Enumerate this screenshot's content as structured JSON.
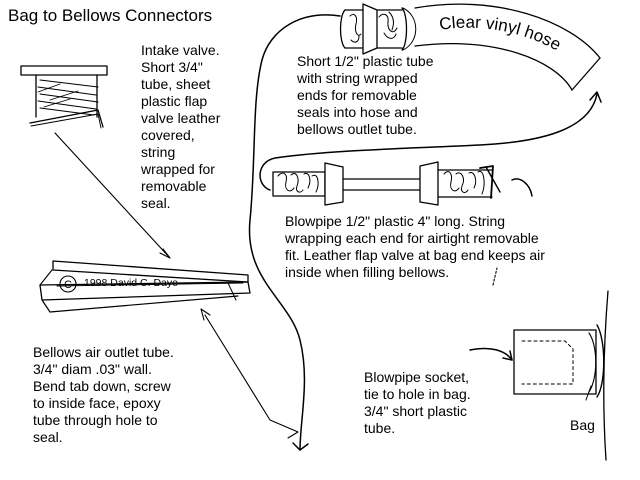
{
  "title": "Bag to Bellows Connectors",
  "labels": {
    "intake": "Intake valve.\nShort 3/4\"\ntube, sheet\nplastic flap\nvalve leather\ncovered,\nstring\nwrapped for\nremovable\nseal.",
    "short_tube": "Short 1/2\" plastic tube\nwith string wrapped\nends for removable\nseals into hose and\nbellows outlet tube.",
    "clear_hose": "Clear vinyl hose",
    "blowpipe": "Blowpipe 1/2\" plastic 4\" long. String\nwrapping each end for airtight removable\nfit. Leather flap valve at bag end keeps air\ninside when filling bellows.",
    "outlet_tube": "Bellows air outlet tube.\n3/4\" diam .03\" wall.\nBend tab down, screw\nto inside face, epoxy\ntube through hole to\nseal.",
    "socket": "Blowpipe socket,\ntie to hole in bag.\n3/4\" short plastic\ntube.",
    "bag": "Bag",
    "copyright_symbol": "C",
    "copyright": "1998 David C. Daye"
  }
}
